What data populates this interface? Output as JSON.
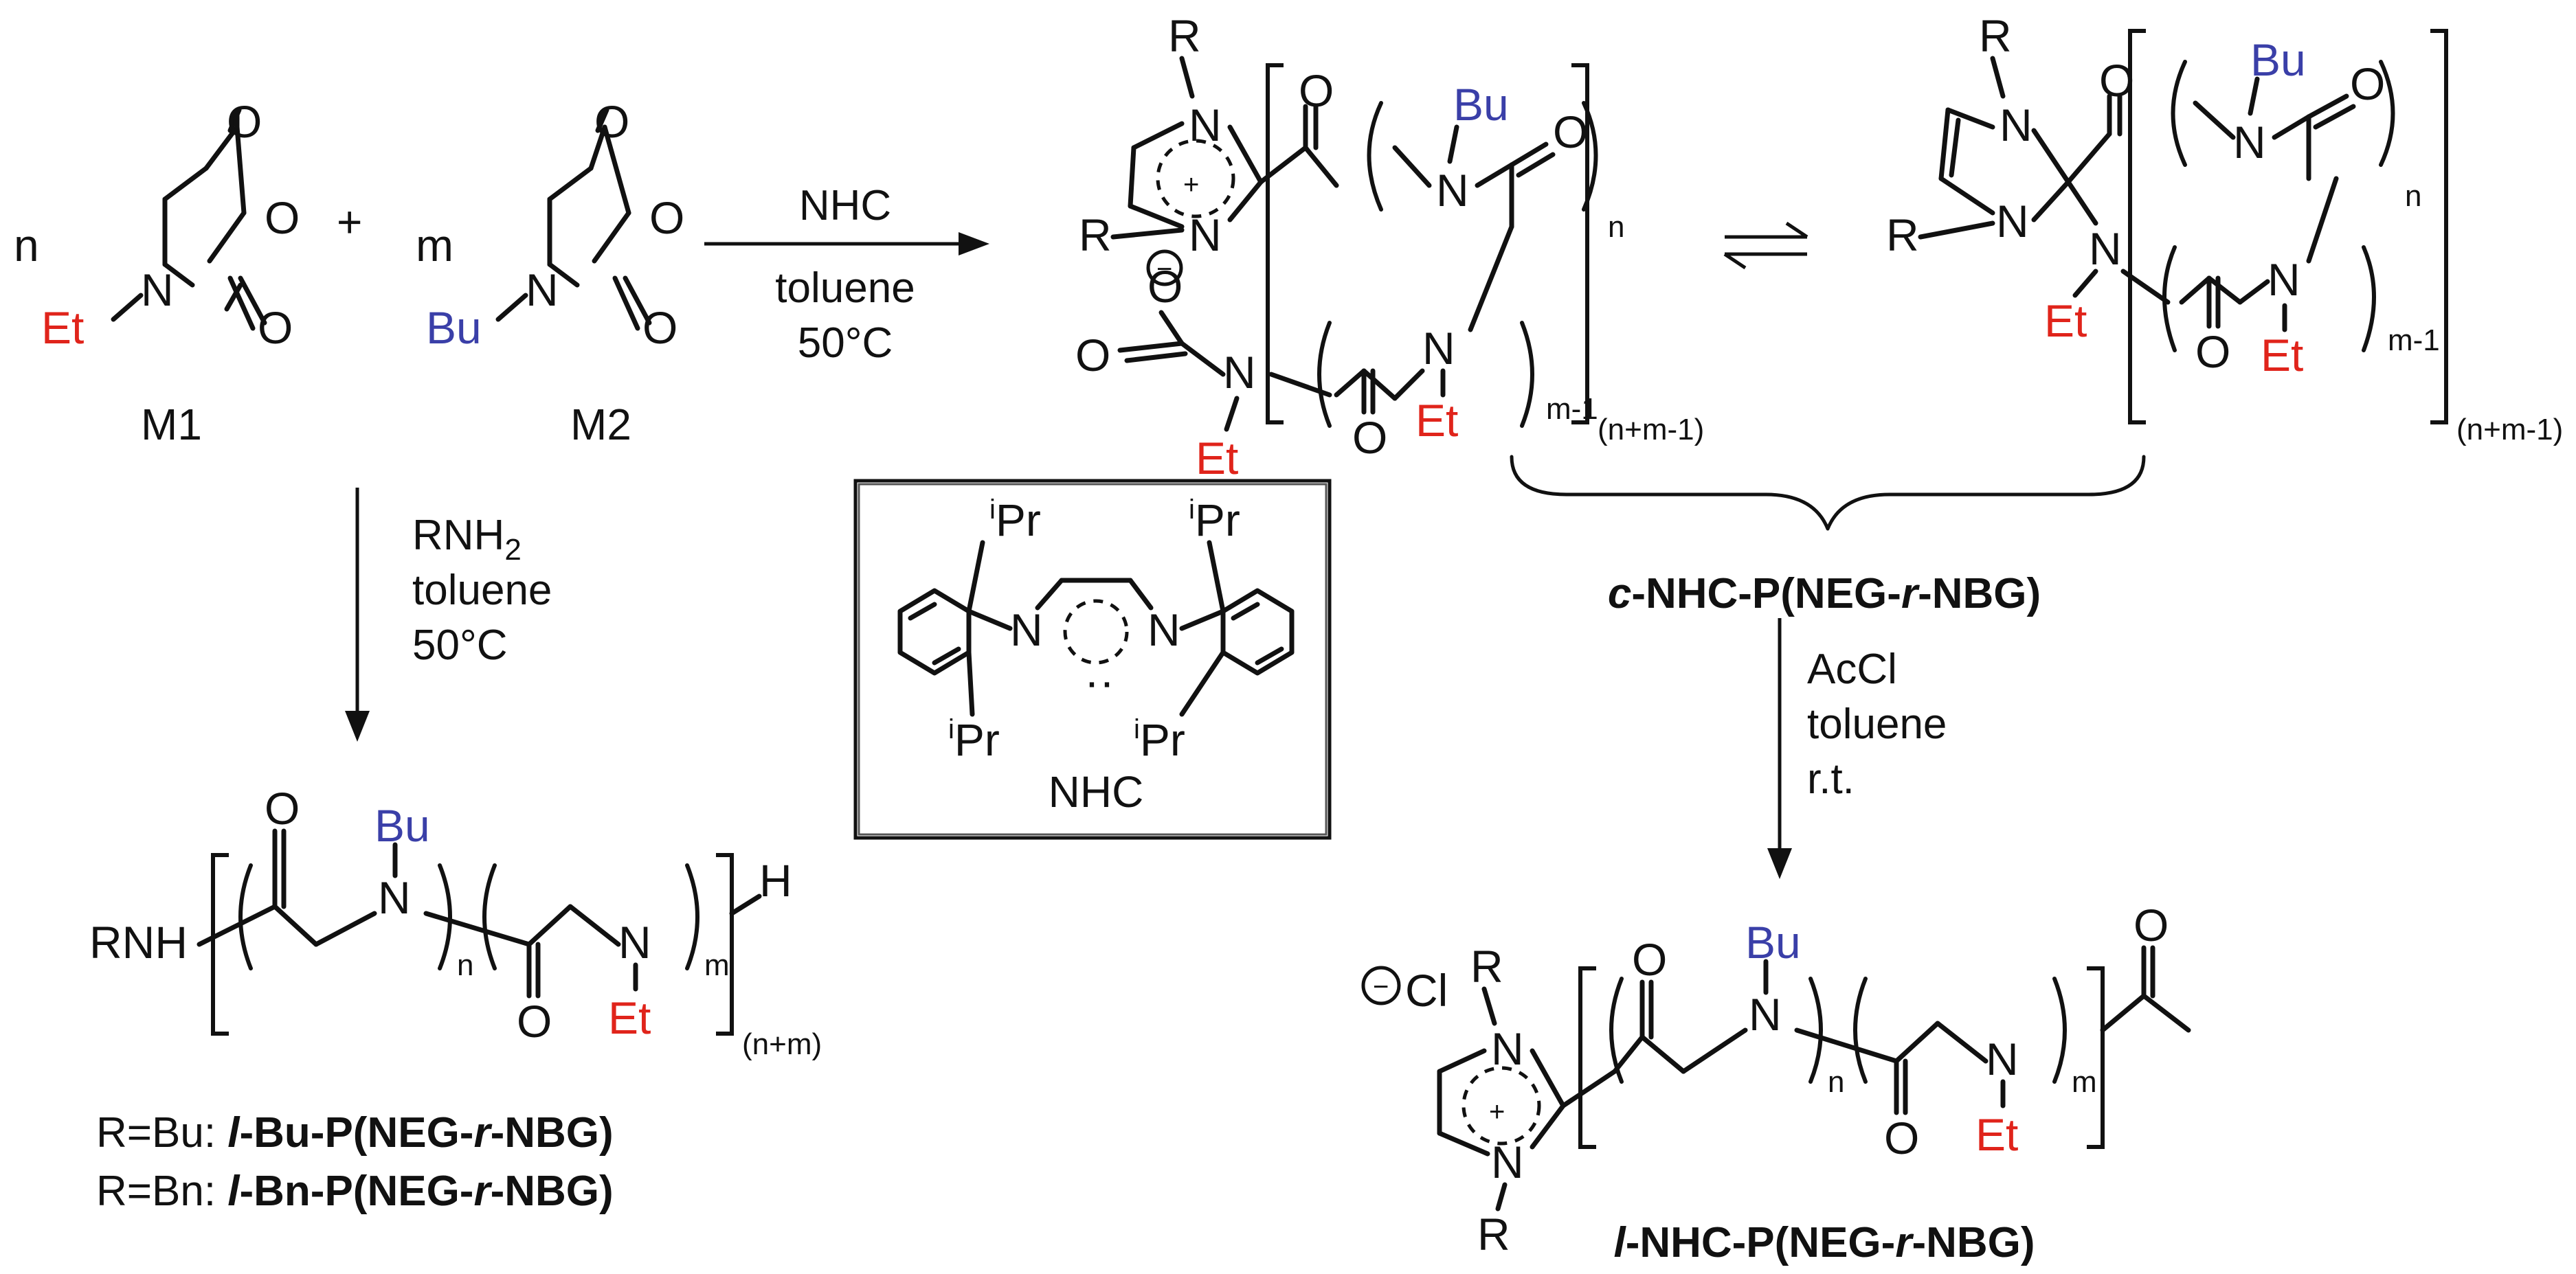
{
  "atoms": {
    "O": "O",
    "N": "N",
    "R": "R",
    "H": "H",
    "RNH": "RNH",
    "Cl": "Cl",
    "plus_charge": "+",
    "minus_charge": "−",
    "carbene_dots": "··",
    "reaction_plus": "+"
  },
  "groups": {
    "ethyl": "Et",
    "butyl": "Bu",
    "iso": "i",
    "propyl": "Pr"
  },
  "indices": {
    "n": "n",
    "m": "m",
    "m_minus_1": "m-1",
    "n_plus_m_minus_1": "(n+m-1)",
    "n_plus_m": "(n+m)"
  },
  "monomers": {
    "m1_label": "M1",
    "m2_label": "M2"
  },
  "conditions": {
    "nhc_step": [
      "NHC",
      "toluene",
      "50°C"
    ],
    "amine_initiator_base": "RNH",
    "amine_initiator_sub": "2",
    "amine_step": [
      "toluene",
      "50°C"
    ],
    "acyl_step": [
      "AcCl",
      "toluene",
      "r.t."
    ],
    "fifty": "50",
    "degree": "o",
    "celsius": "C"
  },
  "catalyst": {
    "label": "NHC"
  },
  "products": {
    "cyclic_label": "c-NHC-P(NEG-r-NBG)",
    "linear_nhc_label": "l-NHC-P(NEG-r-NBG)",
    "linear_bu_label": "R=Bu: l-Bu-P(NEG-r-NBG)",
    "linear_bn_label": "R=Bn: l-Bn-P(NEG-r-NBG)"
  },
  "label_parts": {
    "c": "c",
    "l": "l",
    "r": "r",
    "nhc_p_neg": "-NHC-P(NEG-",
    "bu_p_neg": "-Bu-P(NEG-",
    "bn_p_neg": "-Bn-P(NEG-",
    "nbg_close": "-NBG)",
    "r_bu": "R=Bu: ",
    "r_bn": "R=Bn: "
  },
  "colors": {
    "ethyl": "#e0241b",
    "butyl": "#3a3fa8",
    "bonds": "#111111"
  }
}
